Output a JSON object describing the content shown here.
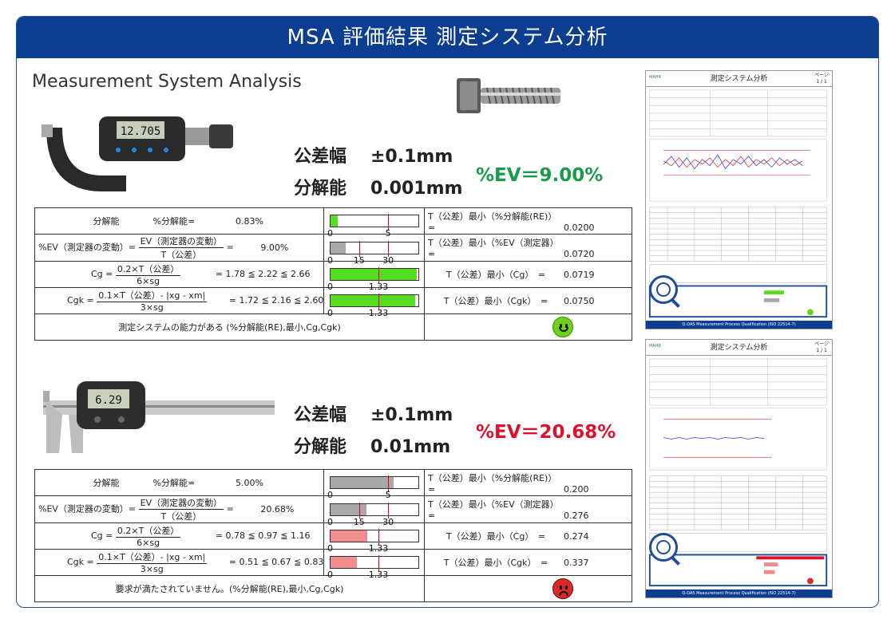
{
  "title": "MSA 評価結果 測定システム分析",
  "subtitle": "Measurement System Analysis",
  "colors": {
    "header": "#0b3d91",
    "good": "#1a9b4a",
    "bad": "#e0102a",
    "bar_green": "#55dd22",
    "bar_gray": "#a8a8a8",
    "bar_red": "#f28b8b"
  },
  "labels": {
    "tol_label": "公差幅",
    "res_label": "分解能",
    "res_row": "分解能",
    "pct_res": "%分解能=",
    "ev_row": "%EV（測定器の変動）=",
    "ev_num": "EV（測定器の変動）",
    "ev_den": "T（公差）",
    "eq": "=",
    "cg_sym": "Cg =",
    "cgk_sym": "Cgk =",
    "cg_num": "0.2×T（公差）",
    "cg_den": "6×sg",
    "cgk_num": "0.1×T（公差）- |xg - xm|",
    "cgk_den": "3×sg",
    "t_res": "T（公差）最小（%分解能(RE)）=",
    "t_ev": "T（公差）最小（%EV（測定器）=",
    "t_cg": "T（公差）最小（Cg）　=",
    "t_cgk": "T（公差）最小（Cgk）　="
  },
  "sections": [
    {
      "tolerance": "±0.1mm",
      "resolution": "0.001mm",
      "ev_result": "%EV＝9.00%",
      "res_pct": "0.83%",
      "ev_pct": "9.00%",
      "cg_range": "= 1.78 ≦ 2.22 ≦ 2.66",
      "cgk_range": "= 1.72 ≦ 2.16 ≦ 2.60",
      "t_res_val": "0.0200",
      "t_ev_val": "0.0720",
      "t_cg_val": "0.0719",
      "t_cgk_val": "0.0750",
      "res_fill": 0.083,
      "ev_fill": 0.18,
      "cg_fill": 0.99,
      "cgk_fill": 0.97,
      "res_tick": "5",
      "ev_ticks": [
        "0",
        "15",
        "30"
      ],
      "c_tick": "1.33",
      "zero": "0",
      "conclusion": "測定システムの能力がある (%分解能(RE),最小,Cg,Cgk)"
    },
    {
      "tolerance": "±0.1mm",
      "resolution": "0.01mm",
      "ev_result": "%EV＝20.68%",
      "res_pct": "5.00%",
      "ev_pct": "20.68%",
      "cg_range": "= 0.78 ≦ 0.97 ≦ 1.16",
      "cgk_range": "= 0.51 ≦ 0.67 ≦ 0.83",
      "t_res_val": "0.200",
      "t_ev_val": "0.276",
      "t_cg_val": "0.274",
      "t_cgk_val": "0.337",
      "res_fill": 0.72,
      "ev_fill": 0.41,
      "cg_fill": 0.42,
      "cgk_fill": 0.3,
      "res_tick": "5",
      "ev_ticks": [
        "0",
        "15",
        "30"
      ],
      "c_tick": "1.33",
      "zero": "0",
      "conclusion": "要求が満たされていません。(%分解能(RE),最小,Cg,Cgk)"
    }
  ],
  "thumbnails": {
    "title": "測定システム分析",
    "page_label": "ページ",
    "page_value": "1 / 1",
    "brand": "MAHR",
    "footer": "Q-DAS Measurement Process Qualification (ISO 22514-7)"
  }
}
